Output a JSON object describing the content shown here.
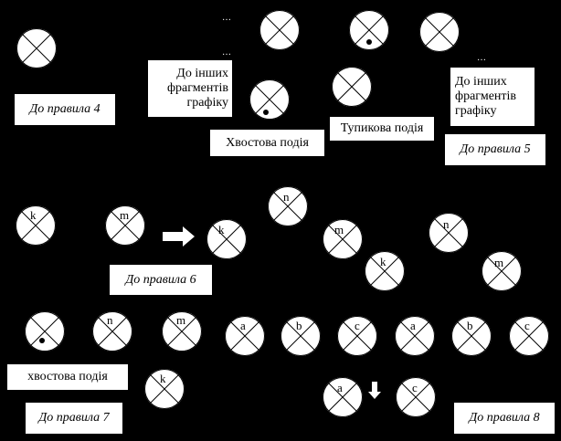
{
  "rules": {
    "r4": "До правила 4",
    "r5": "До правила 5",
    "r6": "До правила 6",
    "r7": "До правила 7",
    "r8": "До правила 8"
  },
  "captions": {
    "other_fragments_left": "До інших\nфрагментів\nграфіку",
    "other_fragments_right": "До інших\nфрагментів\nграфіку",
    "tail_event": "Хвостова подія",
    "dead_end_event": "Тупикова подія",
    "tail_event_lower": "хвостова подія"
  },
  "dots": "…",
  "node_labels": {
    "k": "k",
    "m": "m",
    "n": "n",
    "a": "a",
    "b": "b",
    "c": "c"
  }
}
